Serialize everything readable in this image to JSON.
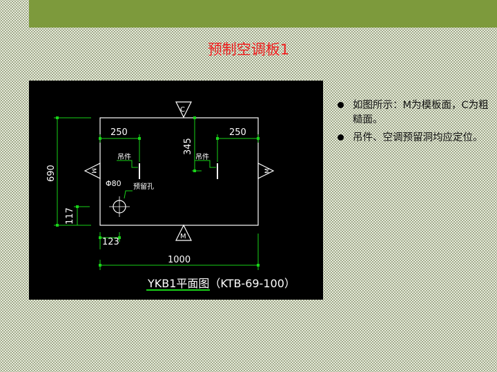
{
  "slide": {
    "title": "预制空调板1"
  },
  "drawing": {
    "caption": "YKB1平面图（KTB-69-100）",
    "dimensions": {
      "top_left_250": "250",
      "top_right_250": "250",
      "height_345": "345",
      "height_690": "690",
      "height_117": "117",
      "width_123": "123",
      "width_1000": "1000"
    },
    "labels": {
      "lifting_left": "吊件",
      "lifting_right": "吊件",
      "hole_dia": "Φ80",
      "reserved_hole": "预留孔",
      "mark_c": "C",
      "mark_m_left": "M",
      "mark_m_right": "M",
      "mark_m_bottom": "M"
    }
  },
  "notes": [
    "如图所示：M为模板面，C为粗糙面。",
    "吊件、空调预留洞均应定位。"
  ]
}
